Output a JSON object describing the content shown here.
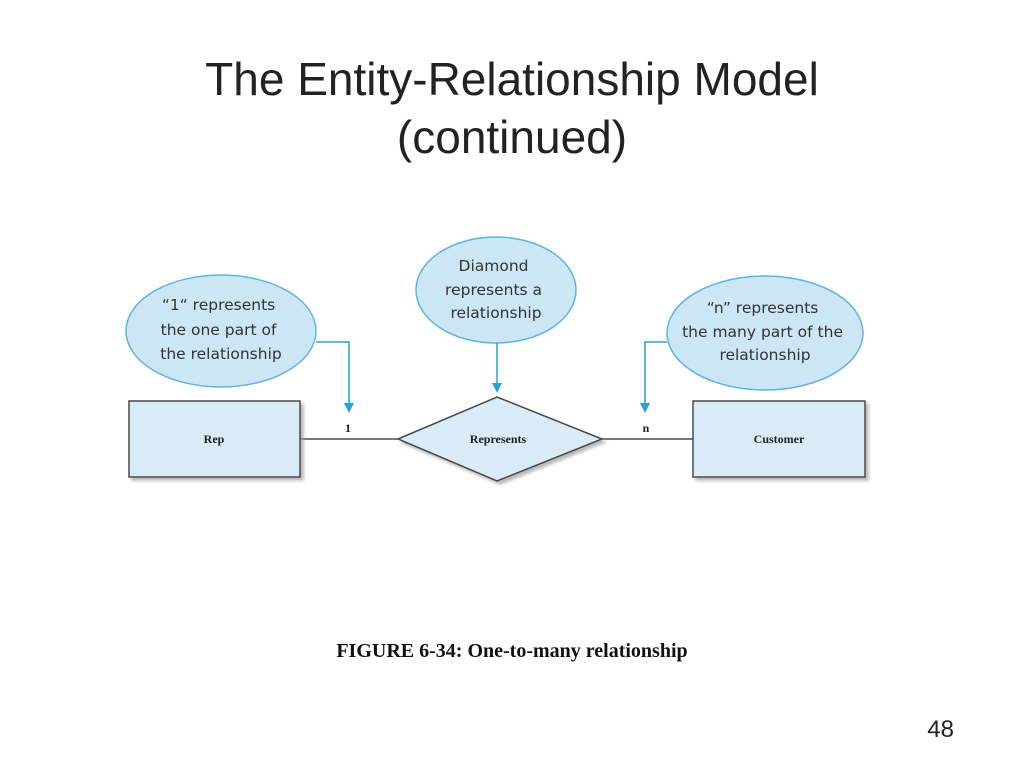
{
  "slide": {
    "title_line1": "The Entity-Relationship Model",
    "title_line2": "(continued)",
    "caption": "FIGURE 6-34: One-to-many relationship",
    "page_number": "48"
  },
  "diagram": {
    "entities": {
      "left": "Rep",
      "right": "Customer"
    },
    "relationship": "Represents",
    "cardinality": {
      "left": "1",
      "right": "n"
    },
    "callouts": {
      "left": [
        "“1“ represents",
        "the one part of",
        "the relationship"
      ],
      "center": [
        "Diamond",
        "represents a",
        "relationship"
      ],
      "right": [
        "“n” represents",
        "the many part of the",
        "relationship"
      ]
    }
  },
  "colors": {
    "fill": "#d9ebf7",
    "stroke": "#4a4a4a",
    "callout_fill": "#cde6f5",
    "callout_stroke": "#5bb5e0",
    "arrow": "#2aa0d8"
  }
}
